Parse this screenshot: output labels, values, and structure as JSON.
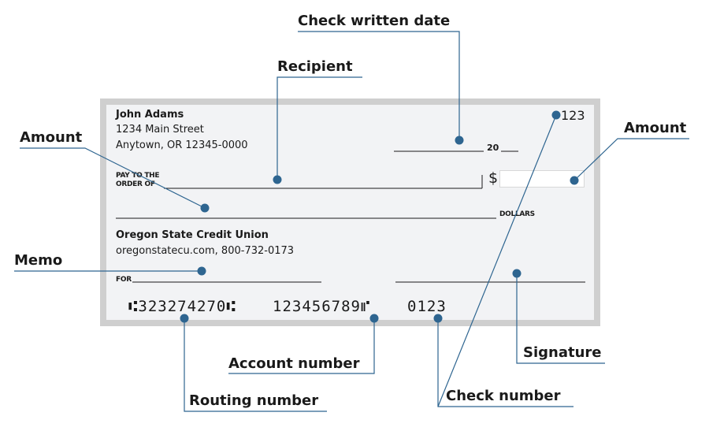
{
  "check": {
    "holder_name": "John Adams",
    "address_line1": "1234 Main Street",
    "address_line2": "Anytown, OR 12345-0000",
    "check_number": "123",
    "year_prefix": "20",
    "pay_to_line1": "PAY TO THE",
    "pay_to_line2": "ORDER OF",
    "dollar_sign": "$",
    "dollars_label": "DOLLARS",
    "bank_name": "Oregon State Credit Union",
    "bank_info": "oregonstatecu.com, 800-732-0173",
    "for_label": "FOR",
    "micr_routing": "⑆323274270⑆",
    "micr_account": "123456789⑈",
    "micr_check_number": "0123"
  },
  "callouts": {
    "check_written_date": "Check written date",
    "recipient": "Recipient",
    "amount_words": "Amount",
    "amount_numeric": "Amount",
    "memo": "Memo",
    "signature": "Signature",
    "account_number": "Account number",
    "routing_number": "Routing number",
    "check_number": "Check number"
  },
  "colors": {
    "accent": "#2e6590",
    "frame": "#cfcfcf",
    "face": "#f2f3f5",
    "text": "#1a1a1a"
  }
}
